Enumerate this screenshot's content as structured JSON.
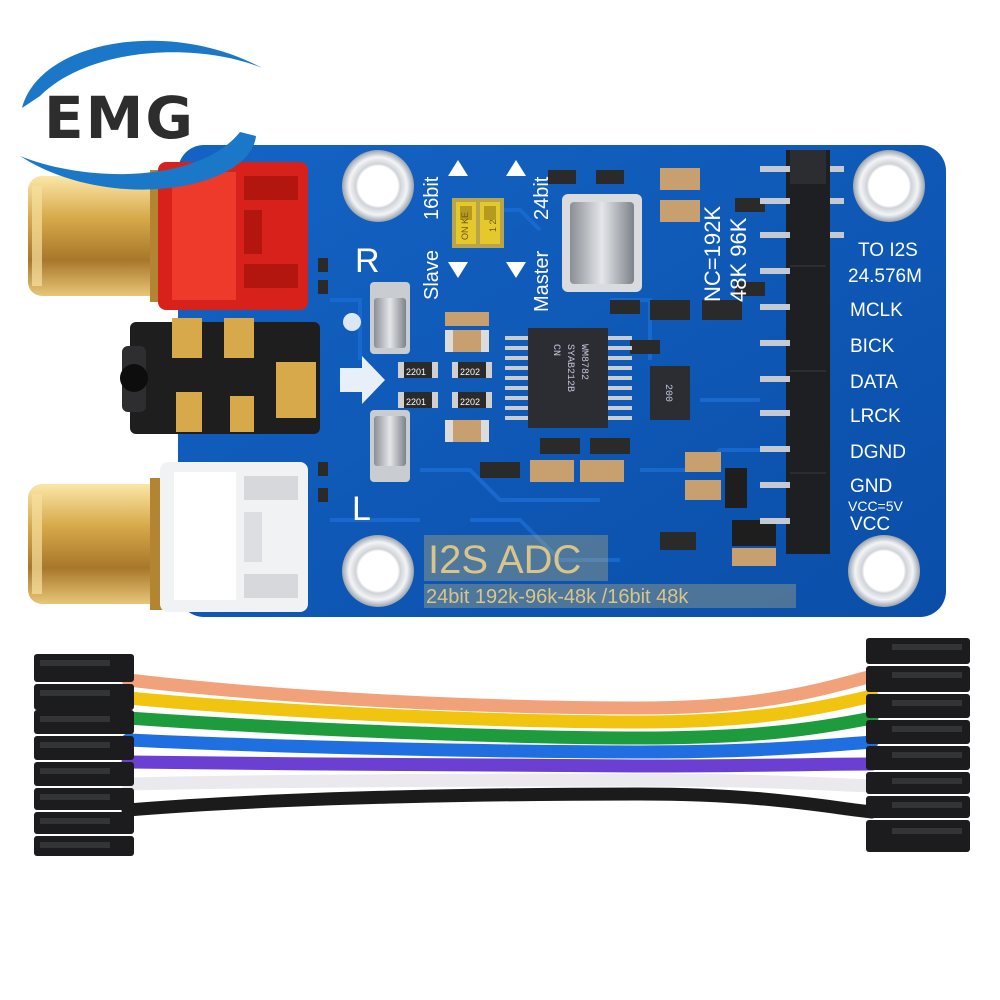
{
  "logo": {
    "text": "EMG",
    "colors": {
      "swoosh": "#1b78c8",
      "text": "#2d2d2d"
    }
  },
  "board": {
    "color": "#0d56b5",
    "channel_right": "R",
    "channel_left": "L",
    "switch": {
      "body": "ON KE",
      "positions": "1 2",
      "left_top": "16bit",
      "left_bottom": "Slave",
      "right_top": "24bit",
      "right_bottom": "Master"
    },
    "rate_labels": [
      "NC=192K",
      "48K   96K"
    ],
    "header_label": "TO I2S",
    "clock": "24.576M",
    "pins": [
      "MCLK",
      "BICK",
      "DATA",
      "LRCK",
      "DGND",
      "GND"
    ],
    "supply": "VCC=5V",
    "vcc": "VCC",
    "title": "I2S ADC",
    "subtitle": "24bit 192k-96k-48k /16bit 48k",
    "chip_lines": [
      "WM8782",
      "SYAB212B",
      "CN"
    ],
    "small_chip": "200",
    "resistor_codes": [
      "2201",
      "2202",
      "2201",
      "2202"
    ]
  },
  "cable": {
    "wire_colors": [
      "#f2a27a",
      "#f1c40f",
      "#1e9b3c",
      "#1f6fe0",
      "#6a3fd1",
      "#e9e9ee",
      "#1b1b1b"
    ]
  }
}
